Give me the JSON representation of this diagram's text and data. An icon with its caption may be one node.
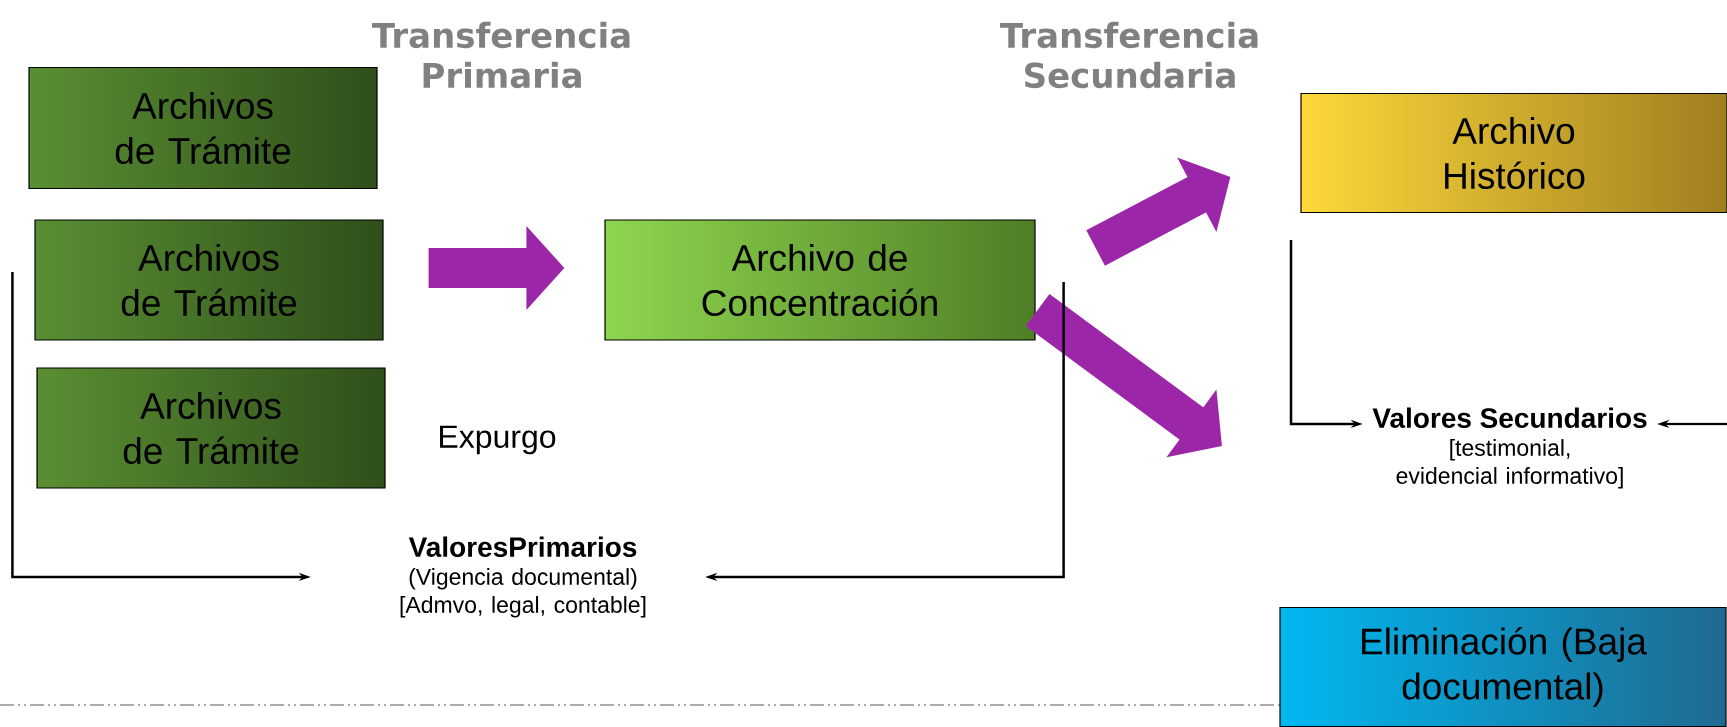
{
  "diagram": {
    "nodes": [
      {
        "text": [
          "Archivos de Trámite"
        ]
      },
      {
        "text": [
          "Archivos de Trámite"
        ]
      },
      {
        "text": [
          "Archivos de Trámite"
        ]
      },
      {
        "text": [
          "Archivo de Concentración"
        ]
      },
      {
        "text": [
          "Archivo Histórico"
        ]
      },
      {
        "text": [
          "Valores Secundarios",
          "[testimonial, evidencial informativo]"
        ]
      },
      {
        "text": [
          "ValoresPrimarios",
          "(Vigencia documental)",
          "[Admvo, legal, contable]"
        ]
      },
      {
        "text": [
          "Eliminación (Baja documental)"
        ]
      }
    ],
    "edges": [
      {
        "from": 1,
        "to": 3,
        "arrow": "to",
        "style": "thick",
        "color": "#9b27a8"
      },
      {
        "from": 3,
        "to": 4,
        "arrow": "to",
        "style": "thick",
        "color": "#9b27a8"
      },
      {
        "from": 3,
        "to": null,
        "arrow": "to",
        "style": "thick",
        "color": "#9b27a8"
      },
      {
        "from": 1,
        "to": 6,
        "arrow": "to"
      },
      {
        "from": 3,
        "to": 6,
        "arrow": "to"
      },
      {
        "from": null,
        "to": 5,
        "arrow": "to"
      },
      {
        "from": null,
        "to": 5,
        "arrow": "to"
      }
    ],
    "labels": [
      "Transferencia Primaria",
      "Transferencia Secundaria",
      "Expurgo"
    ]
  }
}
